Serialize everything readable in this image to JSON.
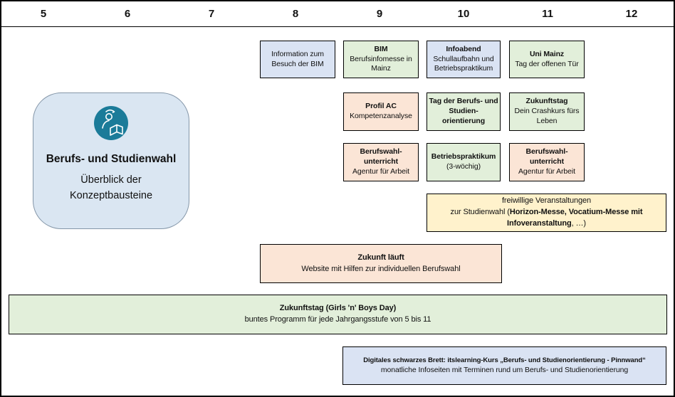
{
  "header": {
    "grades": [
      "5",
      "6",
      "7",
      "8",
      "9",
      "10",
      "11",
      "12"
    ]
  },
  "concept_box": {
    "icon": "student-reading-icon",
    "title": "Berufs- und Studienwahl",
    "subtitle": "Überblick der Konzeptbausteine"
  },
  "events": {
    "info_bim": {
      "text": "Information zum Besuch der BIM"
    },
    "bim": {
      "title": "BIM",
      "text": "Berufsinfomesse in Mainz"
    },
    "infoabend": {
      "title": "Infoabend",
      "text": "Schullaufbahn und Betriebspraktikum"
    },
    "uni_mainz": {
      "title": "Uni Mainz",
      "text": "Tag der offenen Tür"
    },
    "profil_ac": {
      "title": "Profil AC",
      "text": "Kompetenzanalyse"
    },
    "tag_bso": {
      "title": "Tag der Berufs- und Studien-orientierung"
    },
    "zukunftstag_11": {
      "title": "Zukunftstag",
      "text": "Dein Crashkurs fürs Leben"
    },
    "berufswahlunterricht_9": {
      "title": "Berufswahl-unterricht",
      "text": "Agentur für Arbeit"
    },
    "betriebspraktikum": {
      "title": "Betriebspraktikum",
      "text": "(3-wöchig)"
    },
    "berufswahlunterricht_11": {
      "title": "Berufswahl-unterricht",
      "text": "Agentur für Arbeit"
    },
    "freiwillige": {
      "line1": "freiwillige Veranstaltungen",
      "line2_pre": "zur Studienwahl (",
      "line2_bold": "Horizon-Messe, Vocatium-Messe mit Infoveranstaltung",
      "line2_post": ", …)"
    },
    "zukunft_laeuft": {
      "title": "Zukunft läuft",
      "text": "Website mit Hilfen zur individuellen Berufswahl"
    },
    "girls_boys_day": {
      "title": "Zukunftstag (Girls 'n' Boys Day)",
      "text": "buntes Programm für jede Jahrgangsstufe von 5 bis 11"
    },
    "schwarzes_brett": {
      "title": "Digitales schwarzes Brett: itslearning-Kurs „Berufs- und Studienorientierung - Pinnwand“",
      "text": "monatliche Infoseiten mit Terminen rund um Berufs- und Studienorientierung"
    }
  },
  "colors": {
    "box_blue": "#dae3f3",
    "box_green": "#e2efda",
    "box_peach": "#fbe5d6",
    "box_yellow": "#fff2cc",
    "concept_fill": "#dae6f2",
    "concept_border": "#8496a8",
    "icon_teal": "#1b7b99",
    "border": "#000000"
  }
}
